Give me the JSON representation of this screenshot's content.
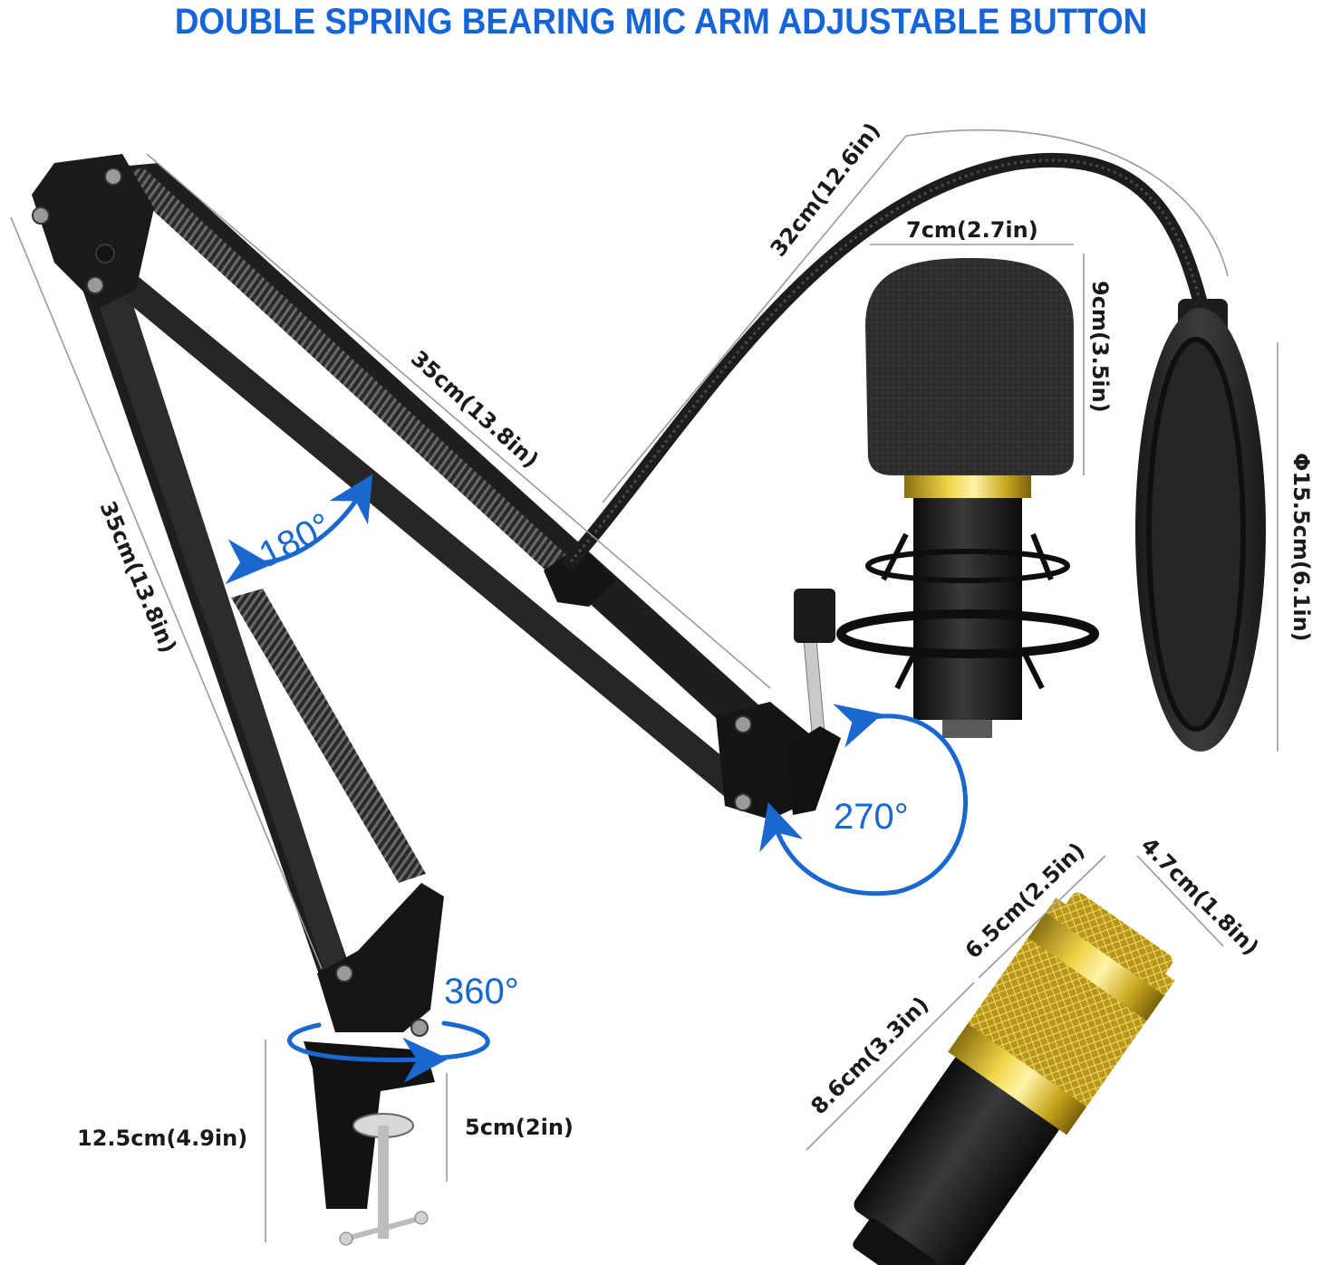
{
  "title": "DOUBLE SPRING BEARING MIC ARM ADJUSTABLE BUTTON",
  "colors": {
    "title": "#1565d8",
    "rotation_arrows": "#1a67cf",
    "dimension_text": "#1a1a1a",
    "dimension_lines": "#9a9a9a",
    "metal_black": "#1c1c1c",
    "gold": "#d4b21c"
  },
  "arm": {
    "upper_arm_length": "35cm(13.8in)",
    "lower_arm_length": "35cm(13.8in)",
    "arm_rotation": "180°",
    "mount_rotation": "270°",
    "base_rotation": "360°"
  },
  "clamp": {
    "total_height": "12.5cm(4.9in)",
    "clamp_opening": "5cm(2in)"
  },
  "pop_filter": {
    "gooseneck_length": "32cm(12.6in)",
    "diameter": "Φ15.5cm(6.1in)"
  },
  "windscreen": {
    "width": "7cm(2.7in)",
    "height": "9cm(3.5in)"
  },
  "microphone": {
    "head_length": "6.5cm(2.5in)",
    "head_diameter": "4.7cm(1.8in)",
    "body_length": "8.6cm(3.3in)"
  }
}
